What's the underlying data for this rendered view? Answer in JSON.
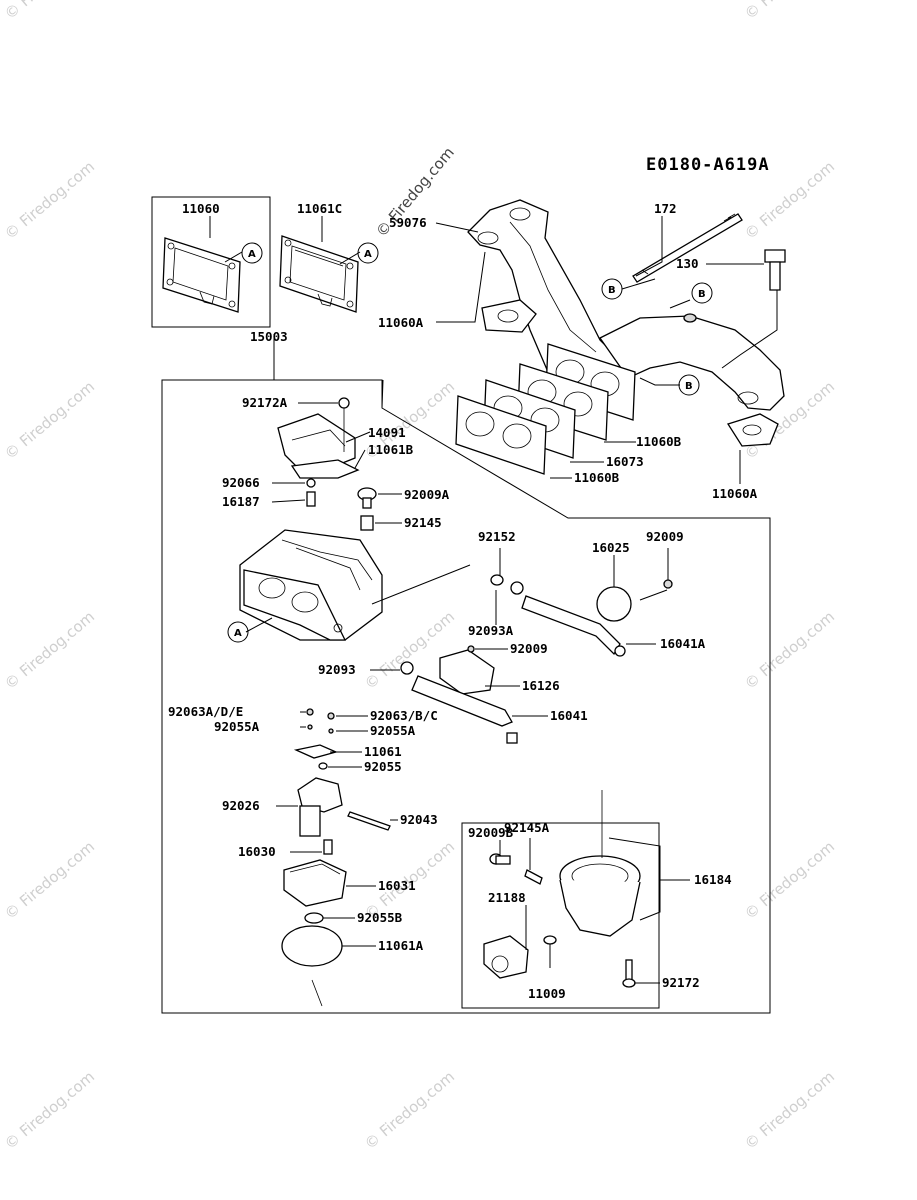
{
  "diagram_code": "E0180-A619A",
  "copyright": "© Firedog.com",
  "watermark": "© Firedog.com",
  "callouts": {
    "A": "A",
    "B": "B"
  },
  "parts": {
    "p11060": "11060",
    "p11061C": "11061C",
    "p59076": "59076",
    "p172": "172",
    "p130": "130",
    "p11060A_top": "11060A",
    "p15003": "15003",
    "p92172A": "92172A",
    "p14091": "14091",
    "p11061B": "11061B",
    "p92066": "92066",
    "p16187": "16187",
    "p92009A": "92009A",
    "p92145": "92145",
    "p11060B_1": "11060B",
    "p16073": "16073",
    "p11060B_2": "11060B",
    "p11060A_right": "11060A",
    "p92152": "92152",
    "p16025": "16025",
    "p92009_top": "92009",
    "p92093A": "92093A",
    "p16041A": "16041A",
    "p92009_mid": "92009",
    "p92093": "92093",
    "p16126": "16126",
    "p92063ADE": "92063A/D/E",
    "p92063BC": "92063/B/C",
    "p92055A_1": "92055A",
    "p92055A_2": "92055A",
    "p16041": "16041",
    "p11061": "11061",
    "p92055": "92055",
    "p92026": "92026",
    "p92043": "92043",
    "p16030": "16030",
    "p16031": "16031",
    "p92055B": "92055B",
    "p11061A": "11061A",
    "p92009B": "92009B",
    "p92145A": "92145A",
    "p16184": "16184",
    "p21188": "21188",
    "p11009": "11009",
    "p92172": "92172"
  }
}
